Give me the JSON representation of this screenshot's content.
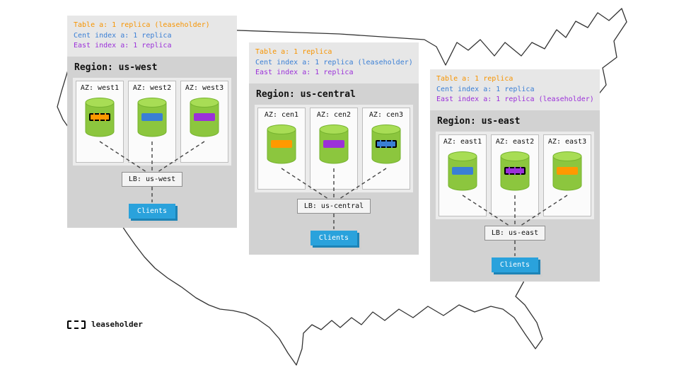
{
  "colors": {
    "orange": "#ff9900",
    "blue": "#3a7fd5",
    "purple": "#9b30d9",
    "clients_blue": "#2aa2dc",
    "cylinder_green": "#8cc63e"
  },
  "legend": {
    "label": "leaseholder"
  },
  "regions": [
    {
      "id": "us-west",
      "header_lines": [
        {
          "text": "Table a: 1 replica (leaseholder)",
          "color": "orange"
        },
        {
          "text": "Cent index a: 1 replica",
          "color": "blue"
        },
        {
          "text": "East index a: 1 replica",
          "color": "purple"
        }
      ],
      "title": "Region: us-west",
      "azs": [
        {
          "label": "AZ: west1",
          "bar": "orange",
          "leaseholder": true
        },
        {
          "label": "AZ: west2",
          "bar": "blue",
          "leaseholder": false
        },
        {
          "label": "AZ: west3",
          "bar": "purple",
          "leaseholder": false
        }
      ],
      "lb_label": "LB: us-west",
      "clients_label": "Clients"
    },
    {
      "id": "us-central",
      "header_lines": [
        {
          "text": "Table a: 1 replica",
          "color": "orange"
        },
        {
          "text": "Cent index a: 1 replica (leaseholder)",
          "color": "blue"
        },
        {
          "text": "East index a: 1 replica",
          "color": "purple"
        }
      ],
      "title": "Region: us-central",
      "azs": [
        {
          "label": "AZ: cen1",
          "bar": "orange",
          "leaseholder": false
        },
        {
          "label": "AZ: cen2",
          "bar": "purple",
          "leaseholder": false
        },
        {
          "label": "AZ: cen3",
          "bar": "blue",
          "leaseholder": true
        }
      ],
      "lb_label": "LB: us-central",
      "clients_label": "Clients"
    },
    {
      "id": "us-east",
      "header_lines": [
        {
          "text": "Table a: 1 replica",
          "color": "orange"
        },
        {
          "text": "Cent index a: 1 replica",
          "color": "blue"
        },
        {
          "text": "East index a: 1 replica (leaseholder)",
          "color": "purple"
        }
      ],
      "title": "Region: us-east",
      "azs": [
        {
          "label": "AZ: east1",
          "bar": "blue",
          "leaseholder": false
        },
        {
          "label": "AZ: east2",
          "bar": "purple",
          "leaseholder": true
        },
        {
          "label": "AZ: east3",
          "bar": "orange",
          "leaseholder": false
        }
      ],
      "lb_label": "LB: us-east",
      "clients_label": "Clients"
    }
  ]
}
